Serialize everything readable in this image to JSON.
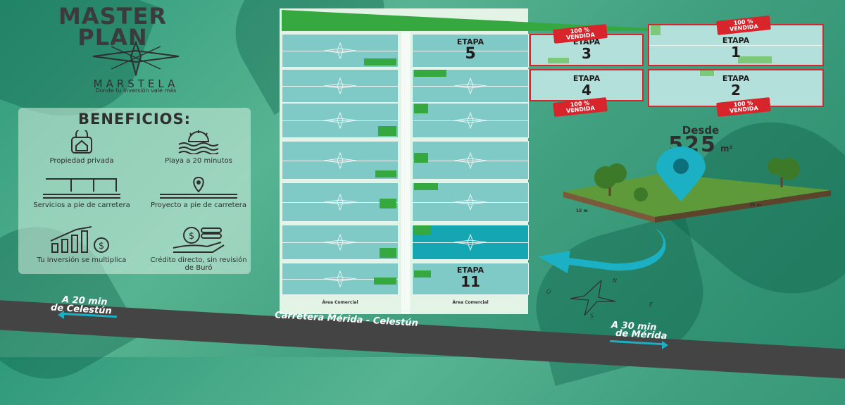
{
  "header": {
    "title_line1": "MASTER",
    "title_line2": "PLAN",
    "brand": "MARSTELA",
    "tagline": "Donde tu inversión vale más"
  },
  "benefits": {
    "title": "BENEFICIOS:",
    "items": [
      {
        "icon": "house-lock-icon",
        "text": "Propiedad privada"
      },
      {
        "icon": "beach-sun-icon",
        "text": "Playa a 20 minutos"
      },
      {
        "icon": "utility-poles-icon",
        "text": "Servicios a pie de carretera"
      },
      {
        "icon": "location-pin-icon",
        "text": "Proyecto a pie de carretera"
      },
      {
        "icon": "growth-chart-icon",
        "text": "Tu inversión se multiplica"
      },
      {
        "icon": "money-hand-icon",
        "text": "Crédito directo, sin revisión de Buró"
      }
    ]
  },
  "plan": {
    "etapa_word": "ETAPA",
    "etapas": [
      "5",
      "3",
      "1",
      "4",
      "2",
      "11"
    ],
    "sold_tag": "100 % VENDIDA",
    "commercial_label": "Área Comercial"
  },
  "lot": {
    "from_label": "Desde",
    "size": "525",
    "unit": "m²",
    "width_label": "15 m",
    "length_label": "35 m"
  },
  "compass": {
    "n": "N",
    "s": "S",
    "e": "E",
    "o": "O"
  },
  "road": {
    "name": "Carretera Mérida - Celestún",
    "left_time": "A 20 min",
    "left_place": "de Celestún",
    "right_time": "A 30 min",
    "right_place": "de Mérida"
  },
  "colors": {
    "sold": "#d8242b",
    "lot": "#7fc9c7",
    "green": "#36a840"
  }
}
